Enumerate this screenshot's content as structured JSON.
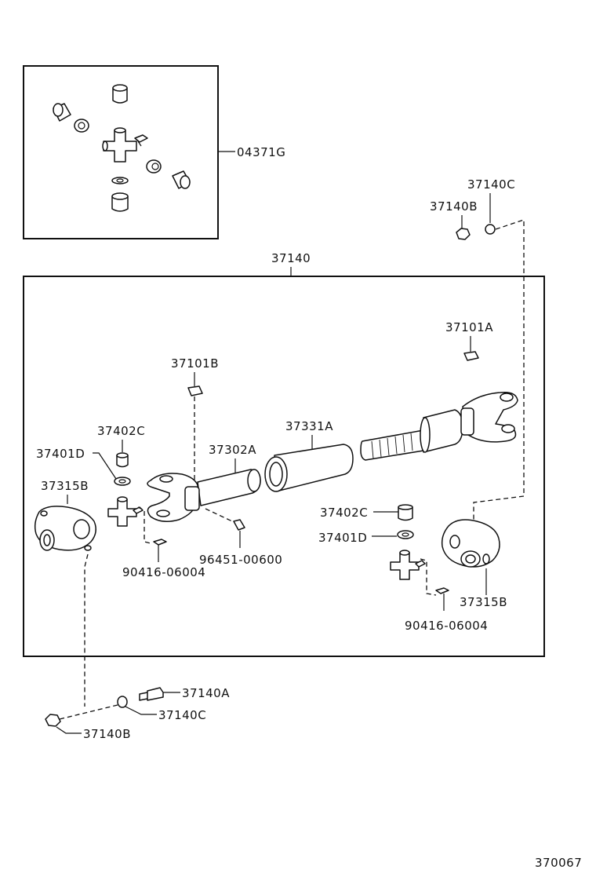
{
  "diagram_id": "370067",
  "labels": {
    "kit": "04371G",
    "assembly": "37140",
    "nut_top_c": "37140C",
    "nut_top_b": "37140B",
    "weight_b": "37101B",
    "weight_a": "37101A",
    "sleeve": "37331A",
    "tube": "37302A",
    "bearing_left": "37402C",
    "snapring_left": "37401D",
    "flange_left": "37315B",
    "fitting_left": "90416-06004",
    "fitting_mid": "96451-00600",
    "bearing_right": "37402C",
    "snapring_right": "37401D",
    "flange_right": "37315B",
    "fitting_right": "90416-06004",
    "bolt_bottom": "37140A",
    "washer_bottom": "37140C",
    "nut_bottom": "37140B"
  }
}
